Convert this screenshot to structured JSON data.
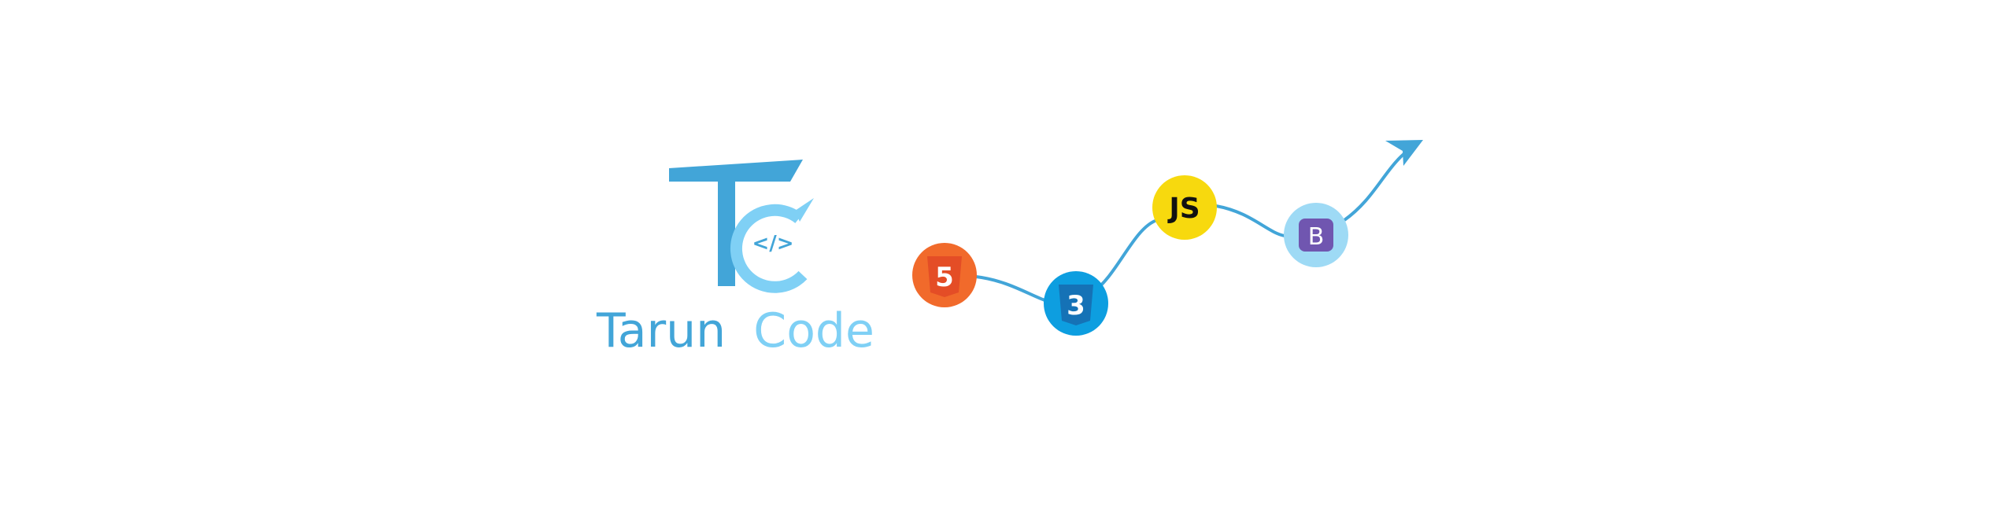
{
  "brand": {
    "name_part1": "Tarun",
    "name_part2": "Code",
    "logo_glyph": "</>",
    "colors": {
      "dark_blue": "#42a5d8",
      "light_blue": "#7fd0f5"
    }
  },
  "roadmap": {
    "steps": [
      {
        "name": "html5-icon",
        "glyph": "5",
        "color": "#f16a2b"
      },
      {
        "name": "css3-icon",
        "glyph": "3",
        "color": "#0d9ee0"
      },
      {
        "name": "javascript-icon",
        "glyph": "JS",
        "color": "#f7d90e"
      },
      {
        "name": "bootstrap-icon",
        "glyph": "B",
        "color": "#9edaf5"
      }
    ],
    "path_color": "#42a5d8"
  }
}
